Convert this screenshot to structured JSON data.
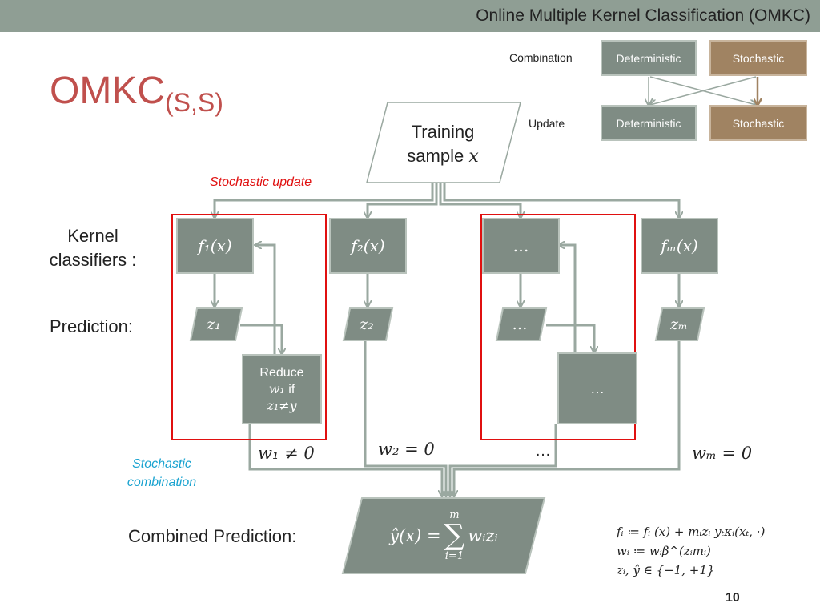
{
  "header": {
    "title": "Online Multiple Kernel Classification (OMKC)"
  },
  "slide": {
    "title": "OMKC",
    "title_sub": "(S,S)",
    "page_number": "10"
  },
  "legend": {
    "combination_label": "Combination",
    "update_label": "Update",
    "deterministic": "Deterministic",
    "stochastic": "Stochastic"
  },
  "training": {
    "line1": "Training",
    "line2": "sample ",
    "var": "x"
  },
  "labels": {
    "stochastic_update": "Stochastic update",
    "kernel_classifiers_1": "Kernel",
    "kernel_classifiers_2": "classifiers :",
    "prediction": "Prediction:",
    "stochastic_combination_1": "Stochastic",
    "stochastic_combination_2": "combination",
    "combined_prediction": "Combined Prediction:"
  },
  "classifiers": {
    "f1": "f₁(x)",
    "f2": "f₂(x)",
    "fdots": "…",
    "fm": "fₘ(x)"
  },
  "predictions": {
    "z1": "z₁",
    "z2": "z₂",
    "zdots": "…",
    "zm": "zₘ"
  },
  "reduce_box": {
    "line1": "Reduce",
    "line2a": "w₁",
    "line2b": " if",
    "line3": "z₁≠y"
  },
  "dots_box": "…",
  "weights": {
    "w1": "w₁ ≠ 0",
    "w2": "w₂ = 0",
    "dots": "…",
    "wm": "wₘ = 0"
  },
  "combined": {
    "lhs": "ŷ(x) = ",
    "sum_top": "m",
    "sum_bottom": "i=1",
    "term": "wᵢzᵢ"
  },
  "formulas": {
    "line1": "fᵢ  ≔ fᵢ  (x) + mᵢzᵢ  yₜκᵢ(xₜ, ·)",
    "line2": "wᵢ ≔ wᵢβ^(zᵢmᵢ)",
    "line3": "zᵢ, ŷ ∈ {−1, +1}"
  },
  "colors": {
    "box": "#7f8c84",
    "stochastic_box": "#a08362",
    "red_frame": "#e01010",
    "title": "#c0504d",
    "cyan_text": "#1aa3d0",
    "arrow": "#9aa8a0"
  }
}
